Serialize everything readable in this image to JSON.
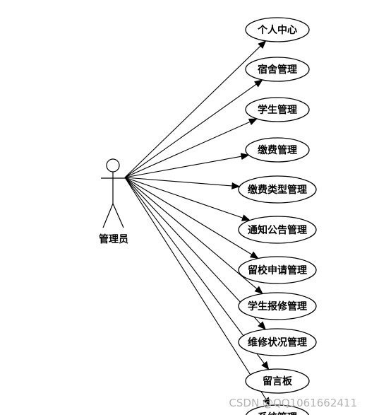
{
  "actor": {
    "label": "管理员"
  },
  "use_cases": [
    {
      "id": "uc-personal-center",
      "label": "个人中心"
    },
    {
      "id": "uc-dorm-management",
      "label": "宿舍管理"
    },
    {
      "id": "uc-student-management",
      "label": "学生管理"
    },
    {
      "id": "uc-fee-management",
      "label": "缴费管理"
    },
    {
      "id": "uc-fee-type-management",
      "label": "缴费类型管理"
    },
    {
      "id": "uc-notice-management",
      "label": "通知公告管理"
    },
    {
      "id": "uc-stay-application-management",
      "label": "留校申请管理"
    },
    {
      "id": "uc-repair-report-management",
      "label": "学生报修管理"
    },
    {
      "id": "uc-repair-status-management",
      "label": "维修状况管理"
    },
    {
      "id": "uc-message-board",
      "label": "留言板"
    },
    {
      "id": "uc-system-management",
      "label": "系统管理"
    }
  ],
  "watermark": "CSDN @QQ1061662411",
  "colors": {
    "stroke": "#000000",
    "background": "#ffffff",
    "watermark": "#b3b3b3"
  }
}
